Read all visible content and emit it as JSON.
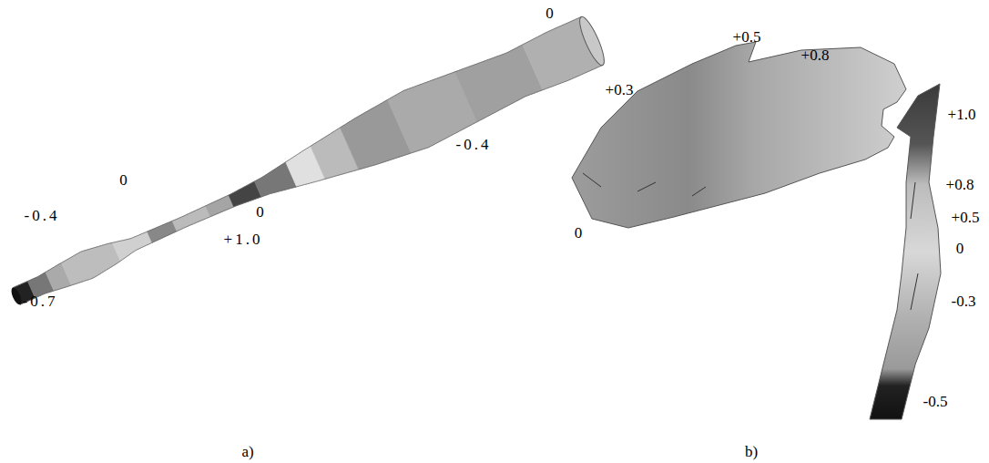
{
  "diagram": {
    "labels": [
      "0",
      "0",
      "-0.4",
      "+1.0",
      "0",
      "-0.4",
      "-0.7",
      "a)",
      "+0.3",
      "+0.5",
      "+0.8",
      "+1.0",
      "+0.8",
      "+0.5",
      "0",
      "0",
      "-0.3",
      "-0.5",
      "b)"
    ]
  }
}
